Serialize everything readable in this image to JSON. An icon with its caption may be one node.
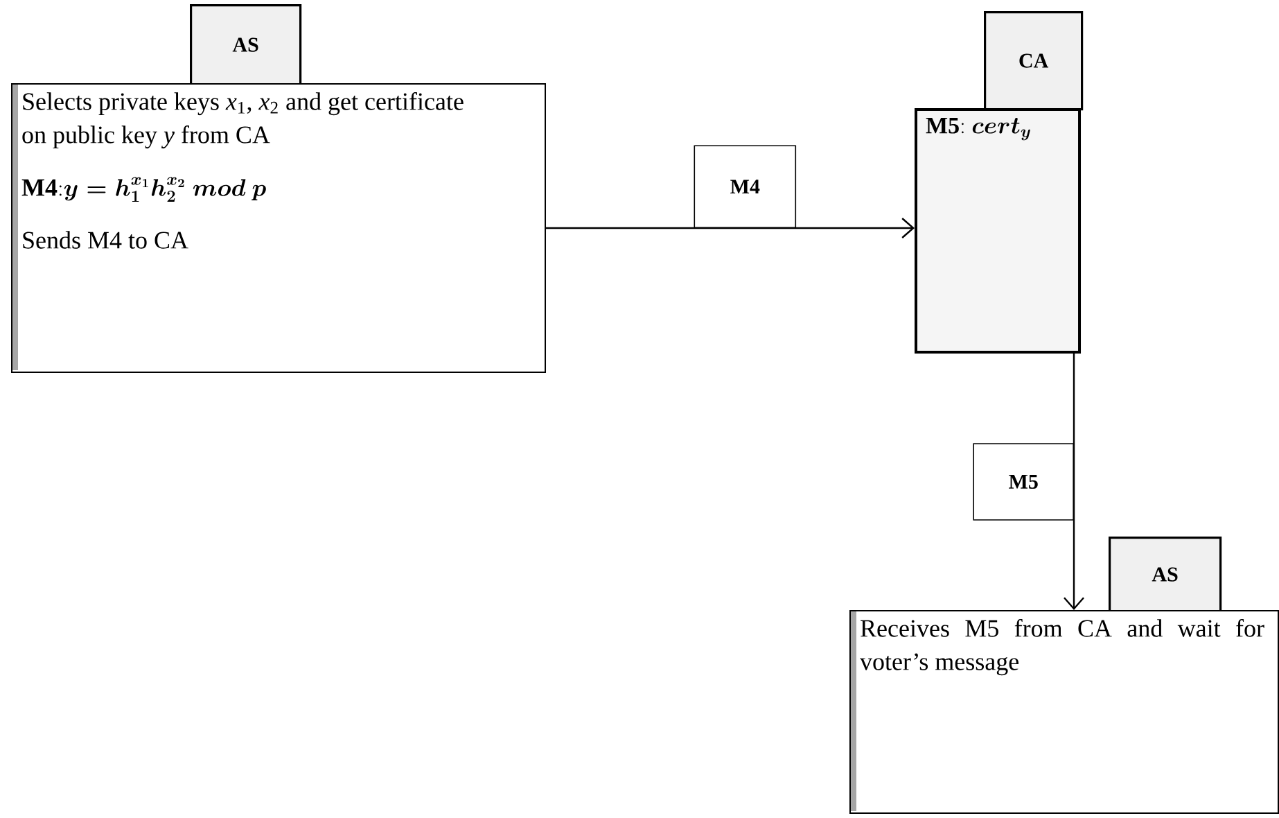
{
  "diagram": {
    "nodes": [
      {
        "text": [
          "AS"
        ]
      },
      {
        "text": [
          "Selects private keys *x*$_{1}$, *x*$_{2}$ and get certificate on public key *y* from CA",
          "\\mathbf{M4{:}}\\boldsymbol{y=h_1^{x_1}h_2^{x_2}\\ mod\\ p}",
          "Sends M4 to CA"
        ]
      },
      {
        "text": [
          "CA"
        ]
      },
      {
        "text": [
          "\\mathbf{M5{:}}\\ \\boldsymbol{cert_y}"
        ]
      },
      {
        "text": [
          "AS"
        ]
      },
      {
        "text": [
          "Receives M5 from CA and wait for voter’s message"
        ]
      }
    ],
    "edges": [
      {
        "from": 1,
        "to": 3,
        "arrow": "to",
        "label": "M4"
      },
      {
        "from": 3,
        "to": 5,
        "arrow": "to",
        "label": "M5"
      }
    ]
  }
}
